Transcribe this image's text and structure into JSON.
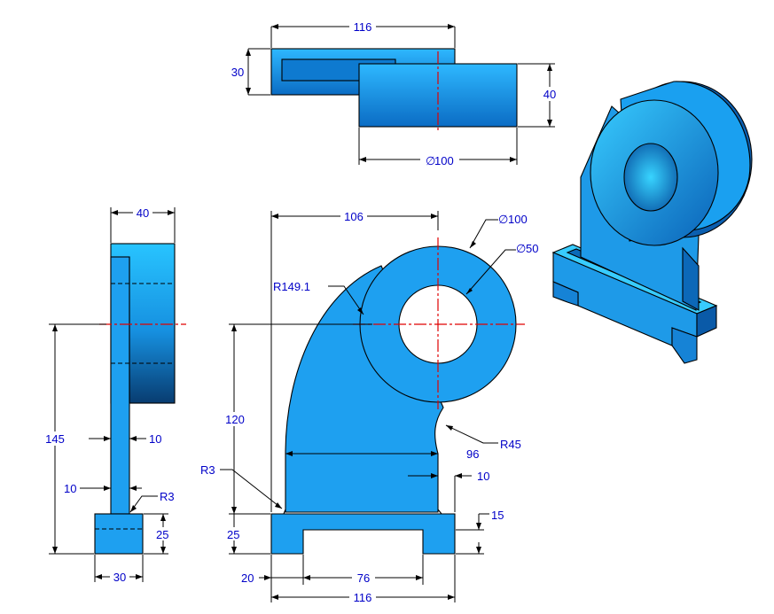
{
  "colors": {
    "part": "#1ea0f0",
    "part_light": "#34c8ff",
    "part_dark": "#0a4c88",
    "dimension_text": "#0000c8",
    "centerline": "#e00000"
  },
  "top_view": {
    "width": "116",
    "base_height": "30",
    "cylinder_length": "40",
    "cylinder_diameter": "100"
  },
  "side_view": {
    "width": "40",
    "height_to_center": "145",
    "web_thickness": "10",
    "web_offset": "10",
    "fillet": "R3",
    "base_height": "25",
    "base_width": "30"
  },
  "front_view": {
    "center_offset": "106",
    "outer_diameter": "100",
    "bore_diameter": "50",
    "large_radius": "R149.1",
    "small_radius": "R45",
    "center_height": "120",
    "web_width": "96",
    "web_offset": "10",
    "fillet": "R3",
    "base_height": "25",
    "slot_height": "15",
    "leg_width": "20",
    "slot_width": "76",
    "overall_width": "116"
  },
  "iso_view": {}
}
